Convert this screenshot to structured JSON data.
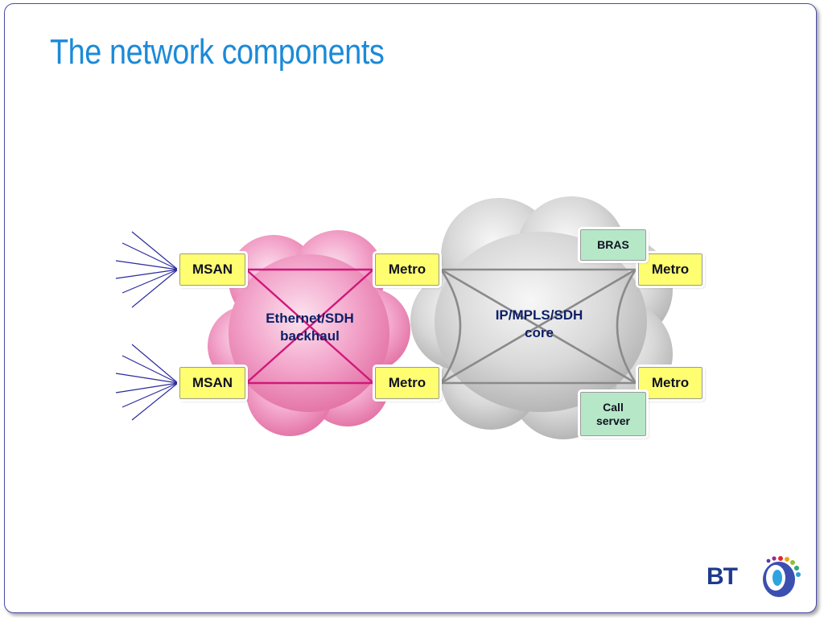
{
  "slide": {
    "title": "The network components"
  },
  "diagram": {
    "access_nodes": [
      {
        "label": "MSAN"
      },
      {
        "label": "MSAN"
      }
    ],
    "backhaul_metro_nodes": [
      {
        "label": "Metro"
      },
      {
        "label": "Metro"
      }
    ],
    "core_metro_nodes": [
      {
        "label": "Metro"
      },
      {
        "label": "Metro"
      }
    ],
    "service_nodes": [
      {
        "label": "BRAS"
      },
      {
        "label": "Call server"
      }
    ],
    "backhaul_cloud": {
      "label": "Ethernet/SDH backhaul",
      "color": "#f29ac2"
    },
    "core_cloud": {
      "label": "IP/MPLS/SDH core",
      "color": "#d6d6d6"
    },
    "colors": {
      "backhaul_link": "#d0187a",
      "core_link": "#8a8a8a",
      "access_fan": "#2b2b9e",
      "access_box": "#fefe70",
      "service_box": "#b6e8c8"
    }
  },
  "branding": {
    "logo_text": "BT",
    "logo_icon": "bt-piper-globe-icon"
  }
}
